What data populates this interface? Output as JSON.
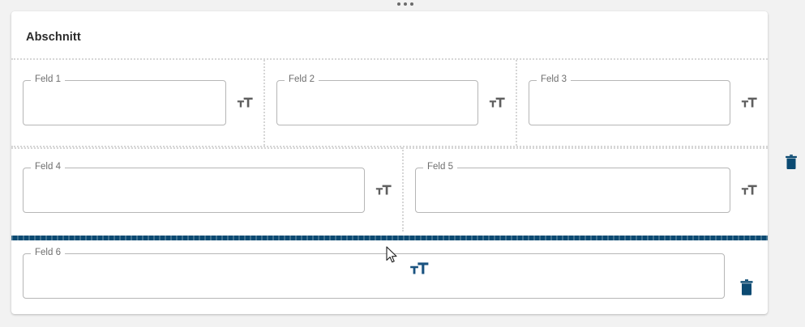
{
  "page": {
    "background_color": "#f2f2f2",
    "accent_color": "#0b4a72",
    "border_color": "#d6d6d6"
  },
  "drag_handle": {
    "name": "section-drag-handle",
    "dots": 3,
    "color": "#6b6b6b"
  },
  "section": {
    "title": "Abschnitt",
    "card_color": "#ffffff"
  },
  "rows": [
    {
      "index": 1,
      "cells": [
        {
          "field_label": "Feld 1",
          "value": "",
          "placeholder": "",
          "icon": "text-format-icon",
          "icon_color": "#5f5f5f",
          "icon_size": "small"
        },
        {
          "field_label": "Feld 2",
          "value": "",
          "placeholder": "",
          "icon": "text-format-icon",
          "icon_color": "#5f5f5f",
          "icon_size": "small"
        },
        {
          "field_label": "Feld 3",
          "value": "",
          "placeholder": "",
          "icon": "text-format-icon",
          "icon_color": "#5f5f5f",
          "icon_size": "small"
        }
      ]
    },
    {
      "index": 2,
      "cells": [
        {
          "field_label": "Feld 4",
          "value": "",
          "placeholder": "",
          "icon": "text-format-icon",
          "icon_color": "#5f5f5f",
          "icon_size": "small"
        },
        {
          "field_label": "Feld 5",
          "value": "",
          "placeholder": "",
          "icon": "text-format-icon",
          "icon_color": "#5f5f5f",
          "icon_size": "small"
        }
      ]
    },
    {
      "index": 3,
      "cells": [
        {
          "field_label": "Feld 6",
          "value": "",
          "placeholder": "",
          "icon": "text-format-icon",
          "icon_color": "#0b4a72",
          "icon_size": "big"
        }
      ]
    }
  ],
  "drop_indicator": {
    "name": "drop-position-indicator",
    "color": "#0b4a72",
    "visible": true
  },
  "delete_buttons": [
    {
      "name": "delete-row-button",
      "icon": "trash-icon",
      "color": "#0b4a72"
    },
    {
      "name": "delete-field-button",
      "icon": "trash-icon",
      "color": "#0b4a72"
    }
  ],
  "cursor": {
    "name": "mouse-cursor",
    "visible": true
  }
}
